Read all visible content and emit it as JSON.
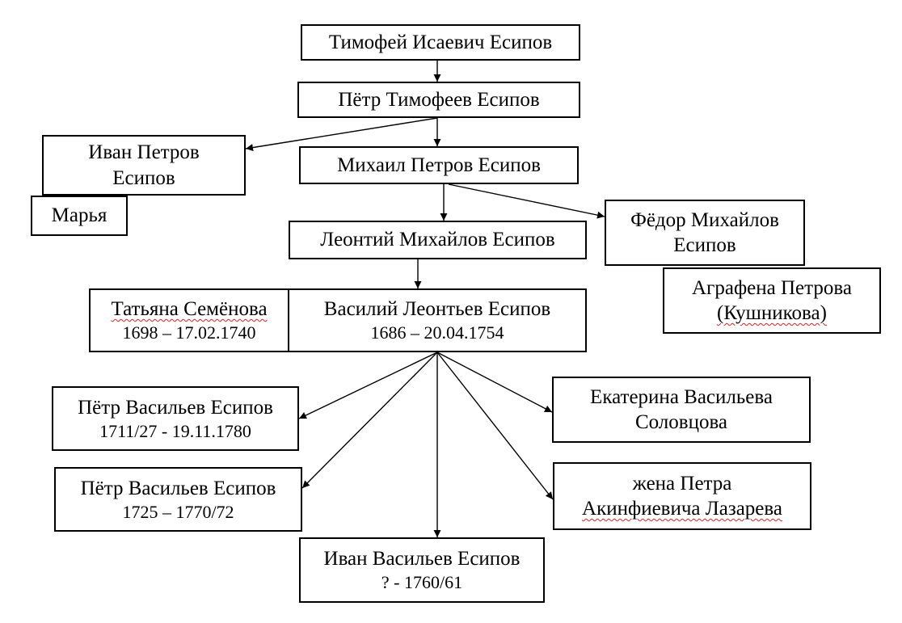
{
  "diagram": {
    "nodes": {
      "timofey": {
        "line1": "Тимофей Исаевич Есипов"
      },
      "petr_t": {
        "line1": "Пётр Тимофеев Есипов"
      },
      "ivan_p": {
        "line1": "Иван Петров",
        "line2": "Есипов"
      },
      "marya": {
        "line1": "Марья"
      },
      "mikhail": {
        "line1": "Михаил Петров Есипов"
      },
      "leonty": {
        "line1": "Леонтий Михайлов Есипов"
      },
      "fedor": {
        "line1": "Фёдор Михайлов",
        "line2": "Есипов"
      },
      "agrafena": {
        "line1": "Аграфена Петрова",
        "line2": "(Кушникова)"
      },
      "tatyana": {
        "line1": "Татьяна Семёнова",
        "line2": "1698 – 17.02.1740"
      },
      "vasily": {
        "line1": "Василий Леонтьев Есипов",
        "line2": "1686 – 20.04.1754"
      },
      "petr_v1": {
        "line1": "Пётр Васильев Есипов",
        "line2": "1711/27 -  19.11.1780"
      },
      "ekaterina": {
        "line1": "Екатерина Васильева",
        "line2": "Соловцова"
      },
      "petr_v2": {
        "line1": "Пётр Васильев Есипов",
        "line2": "1725 – 1770/72"
      },
      "zhena": {
        "line1": "жена Петра",
        "line2": "Акинфиевича Лазарева"
      },
      "ivan_v": {
        "line1": "Иван Васильев Есипов",
        "line2": "? -  1760/61"
      }
    }
  }
}
